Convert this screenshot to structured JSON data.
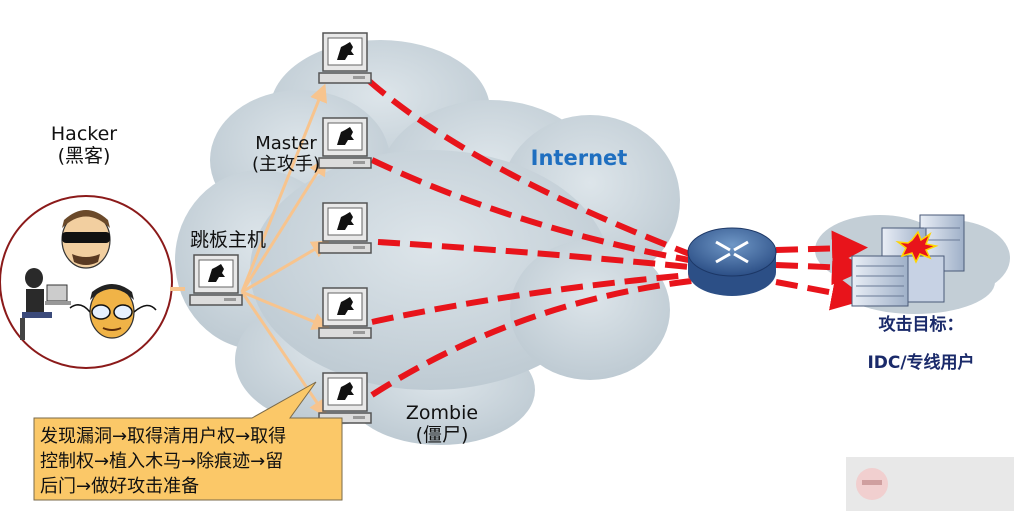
{
  "labels": {
    "hacker": "Hacker",
    "hacker_cn": "(黑客)",
    "master": "Master",
    "master_cn": "(主攻手)",
    "jump_host": "跳板主机",
    "internet": "Internet",
    "zombie": "Zombie",
    "zombie_cn": "(僵尸)",
    "target": "攻击目标：",
    "target_sub": "IDC/专线用户"
  },
  "callout": {
    "line1": "发现漏洞→取得清用户权→取得",
    "line2": "控制权→植入木马→除痕迹→留",
    "line3": "后门→做好攻击准备"
  },
  "colors": {
    "cloud": "#c9d4dc",
    "attack_line": "#e8141b",
    "control_line": "#f7c48e",
    "callout_bg": "#fbc868",
    "internet_text": "#1f6fc0",
    "target_text": "#1a2a6a",
    "hacker_circle": "#8b1a1a"
  },
  "icons": [
    "computer-icon",
    "router-icon",
    "server-icon",
    "hacker-face-icon"
  ]
}
